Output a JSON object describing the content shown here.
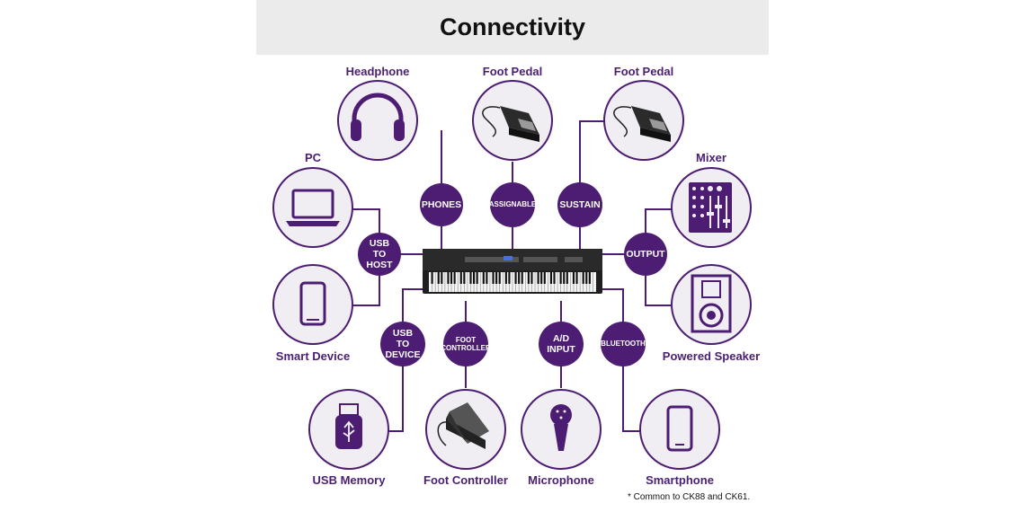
{
  "title": "Connectivity",
  "devices": {
    "headphone": "Headphone",
    "foot_pedal_1": "Foot Pedal",
    "foot_pedal_2": "Foot Pedal",
    "pc": "PC",
    "mixer": "Mixer",
    "smart_device": "Smart Device",
    "powered_speaker": "Powered Speaker",
    "usb_memory": "USB Memory",
    "foot_controller": "Foot Controller",
    "microphone": "Microphone",
    "smartphone": "Smartphone"
  },
  "ports": {
    "phones": "PHONES",
    "assignable": "ASSIGNABLE",
    "sustain": "SUSTAIN",
    "usb_to_host": "USB\nTO\nHOST",
    "output": "OUTPUT",
    "usb_to_device": "USB\nTO\nDEVICE",
    "foot_controller": "FOOT\nCONTROLLER",
    "ad_input": "A/D\nINPUT",
    "bluetooth": "BLUETOOTH"
  },
  "footnote": "* Common to CK88 and CK61.",
  "colors": {
    "accent": "#4c1d73",
    "circle_fill": "#f0eef3",
    "line": "#4c1d73"
  },
  "icons": {
    "headphone": "headphone-icon",
    "foot_pedal": "foot-pedal-icon",
    "pc": "laptop-icon",
    "mixer": "mixer-icon",
    "smart_device": "tablet-icon",
    "powered_speaker": "speaker-icon",
    "usb_memory": "usb-memory-icon",
    "foot_controller": "foot-controller-icon",
    "microphone": "microphone-icon",
    "smartphone": "smartphone-icon"
  }
}
